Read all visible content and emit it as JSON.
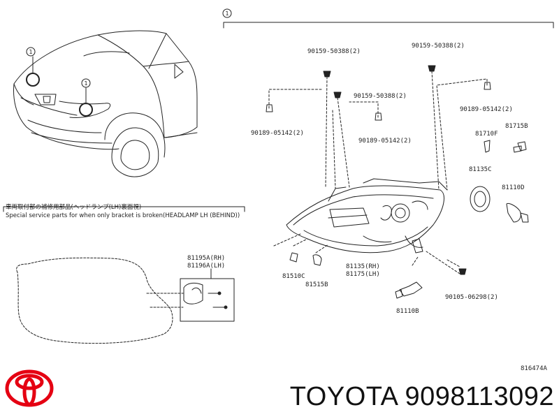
{
  "colors": {
    "line": "#222222",
    "logo_red": "#e50012",
    "text": "#111111"
  },
  "callout_marker": "1",
  "note": {
    "japanese": "車両取付部の補修用部品(ヘッドランプ(LH)裏面視)",
    "english": "Special service parts for when only bracket is broken(HEADLAMP LH (BEHIND))"
  },
  "parts": {
    "p90159_a": "90159-50388(2)",
    "p90159_b": "90159-50388(2)",
    "p90159_c": "90159-50388(2)",
    "p90189_a": "90189-05142(2)",
    "p90189_b": "90189-05142(2)",
    "p90189_c": "90189-05142(2)",
    "p81715B": "81715B",
    "p81710F": "81710F",
    "p81135C": "81135C",
    "p81110D": "81110D",
    "p81135RH": "81135(RH)",
    "p81175LH": "81175(LH)",
    "p81510C": "81510C",
    "p81515B": "81515B",
    "p90105": "90105-06298(2)",
    "p81110B": "81110B",
    "p81195A": "81195A(RH)",
    "p81196A": "81196A(LH)"
  },
  "diagram_id": "816474A",
  "brand": {
    "name": "TOYOTA",
    "part_number": "9098113092"
  },
  "icons": {
    "logo": "toyota-logo-icon"
  }
}
